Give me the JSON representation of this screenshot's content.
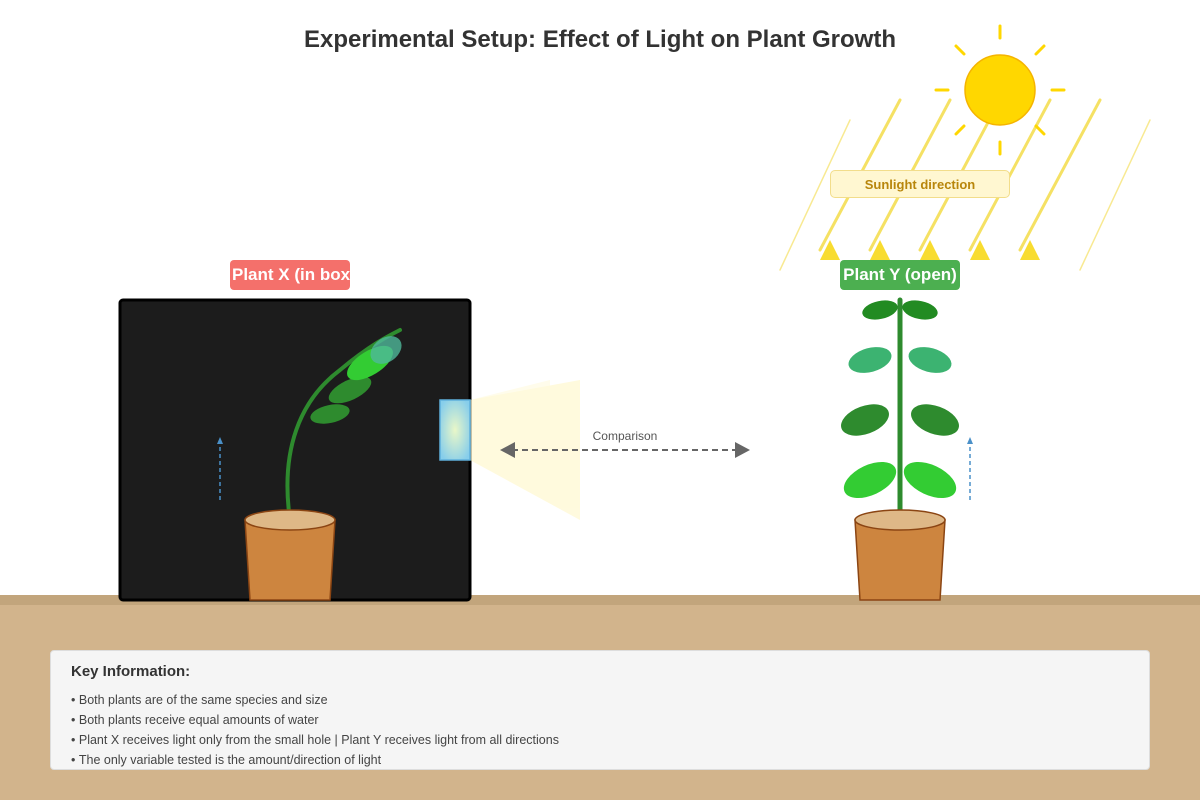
{
  "title": "Experimental Setup: Effect of Light on Plant Growth",
  "labels": {
    "plant_x": "Plant X (in box)",
    "plant_y": "Plant Y (open)",
    "sunlight": "Sunlight direction",
    "comparison": "Comparison"
  },
  "key_info": {
    "title": "Key Information:",
    "items": [
      "Both plants are of the same species and size",
      "Both plants receive equal amounts of water",
      "Plant X receives light only from the small hole | Plant Y receives light from all directions",
      "The only variable tested is the amount/direction of light"
    ]
  },
  "colors": {
    "sun": "#ffd700",
    "sun_rays": "#f4dc4a",
    "box": "#1c1c1c",
    "pot": "#cd853f",
    "pot_rim": "#deb887",
    "stem": "#2e8b2e",
    "leaf_bright": "#33cc33",
    "leaf_dark": "#228b22",
    "leaf_teal": "#3cb371",
    "ground": "#d2b48c",
    "ground_top": "#c2a57c",
    "hole": "#87ceeb",
    "badge_x": "#f4706b",
    "badge_y": "#4caf50"
  },
  "icons": [
    "sun-icon",
    "light-hole-icon",
    "double-arrow-icon",
    "growth-arrow-icon"
  ]
}
